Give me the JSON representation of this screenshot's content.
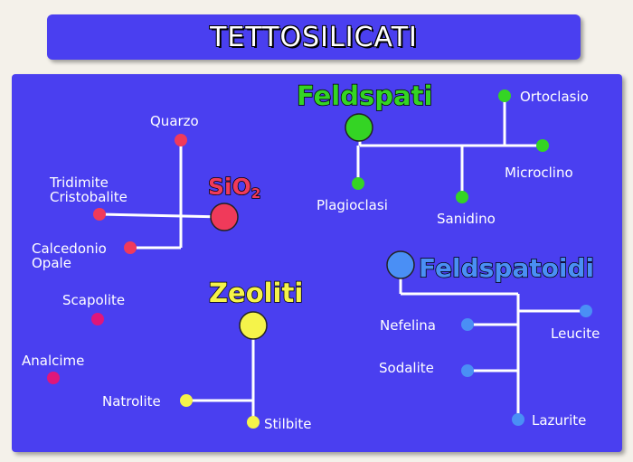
{
  "title": "TETTOSILICATI",
  "colors": {
    "background": "#4a3ff0",
    "silica": "#f03a5a",
    "feldspar": "#34d424",
    "zeolite": "#f5f34a",
    "feldspathoid": "#4a8ff5",
    "other": "#e0167a",
    "line": "#ffffff"
  },
  "groups": {
    "silica": {
      "heading": "SiO",
      "subscript": "2",
      "members": [
        "Quarzo",
        "Tridimite",
        "Cristobalite",
        "Calcedonio",
        "Opale"
      ]
    },
    "feldspar": {
      "heading": "Feldspati",
      "members": [
        "Ortoclasio",
        "Microclino",
        "Plagioclasi",
        "Sanidino"
      ]
    },
    "zeolite": {
      "heading": "Zeoliti",
      "members": [
        "Natrolite",
        "Stilbite"
      ]
    },
    "feldspathoid": {
      "heading": "Feldspatoidi",
      "members": [
        "Nefelina",
        "Sodalite",
        "Leucite",
        "Lazurite"
      ]
    },
    "others": [
      "Scapolite",
      "Analcime"
    ]
  }
}
